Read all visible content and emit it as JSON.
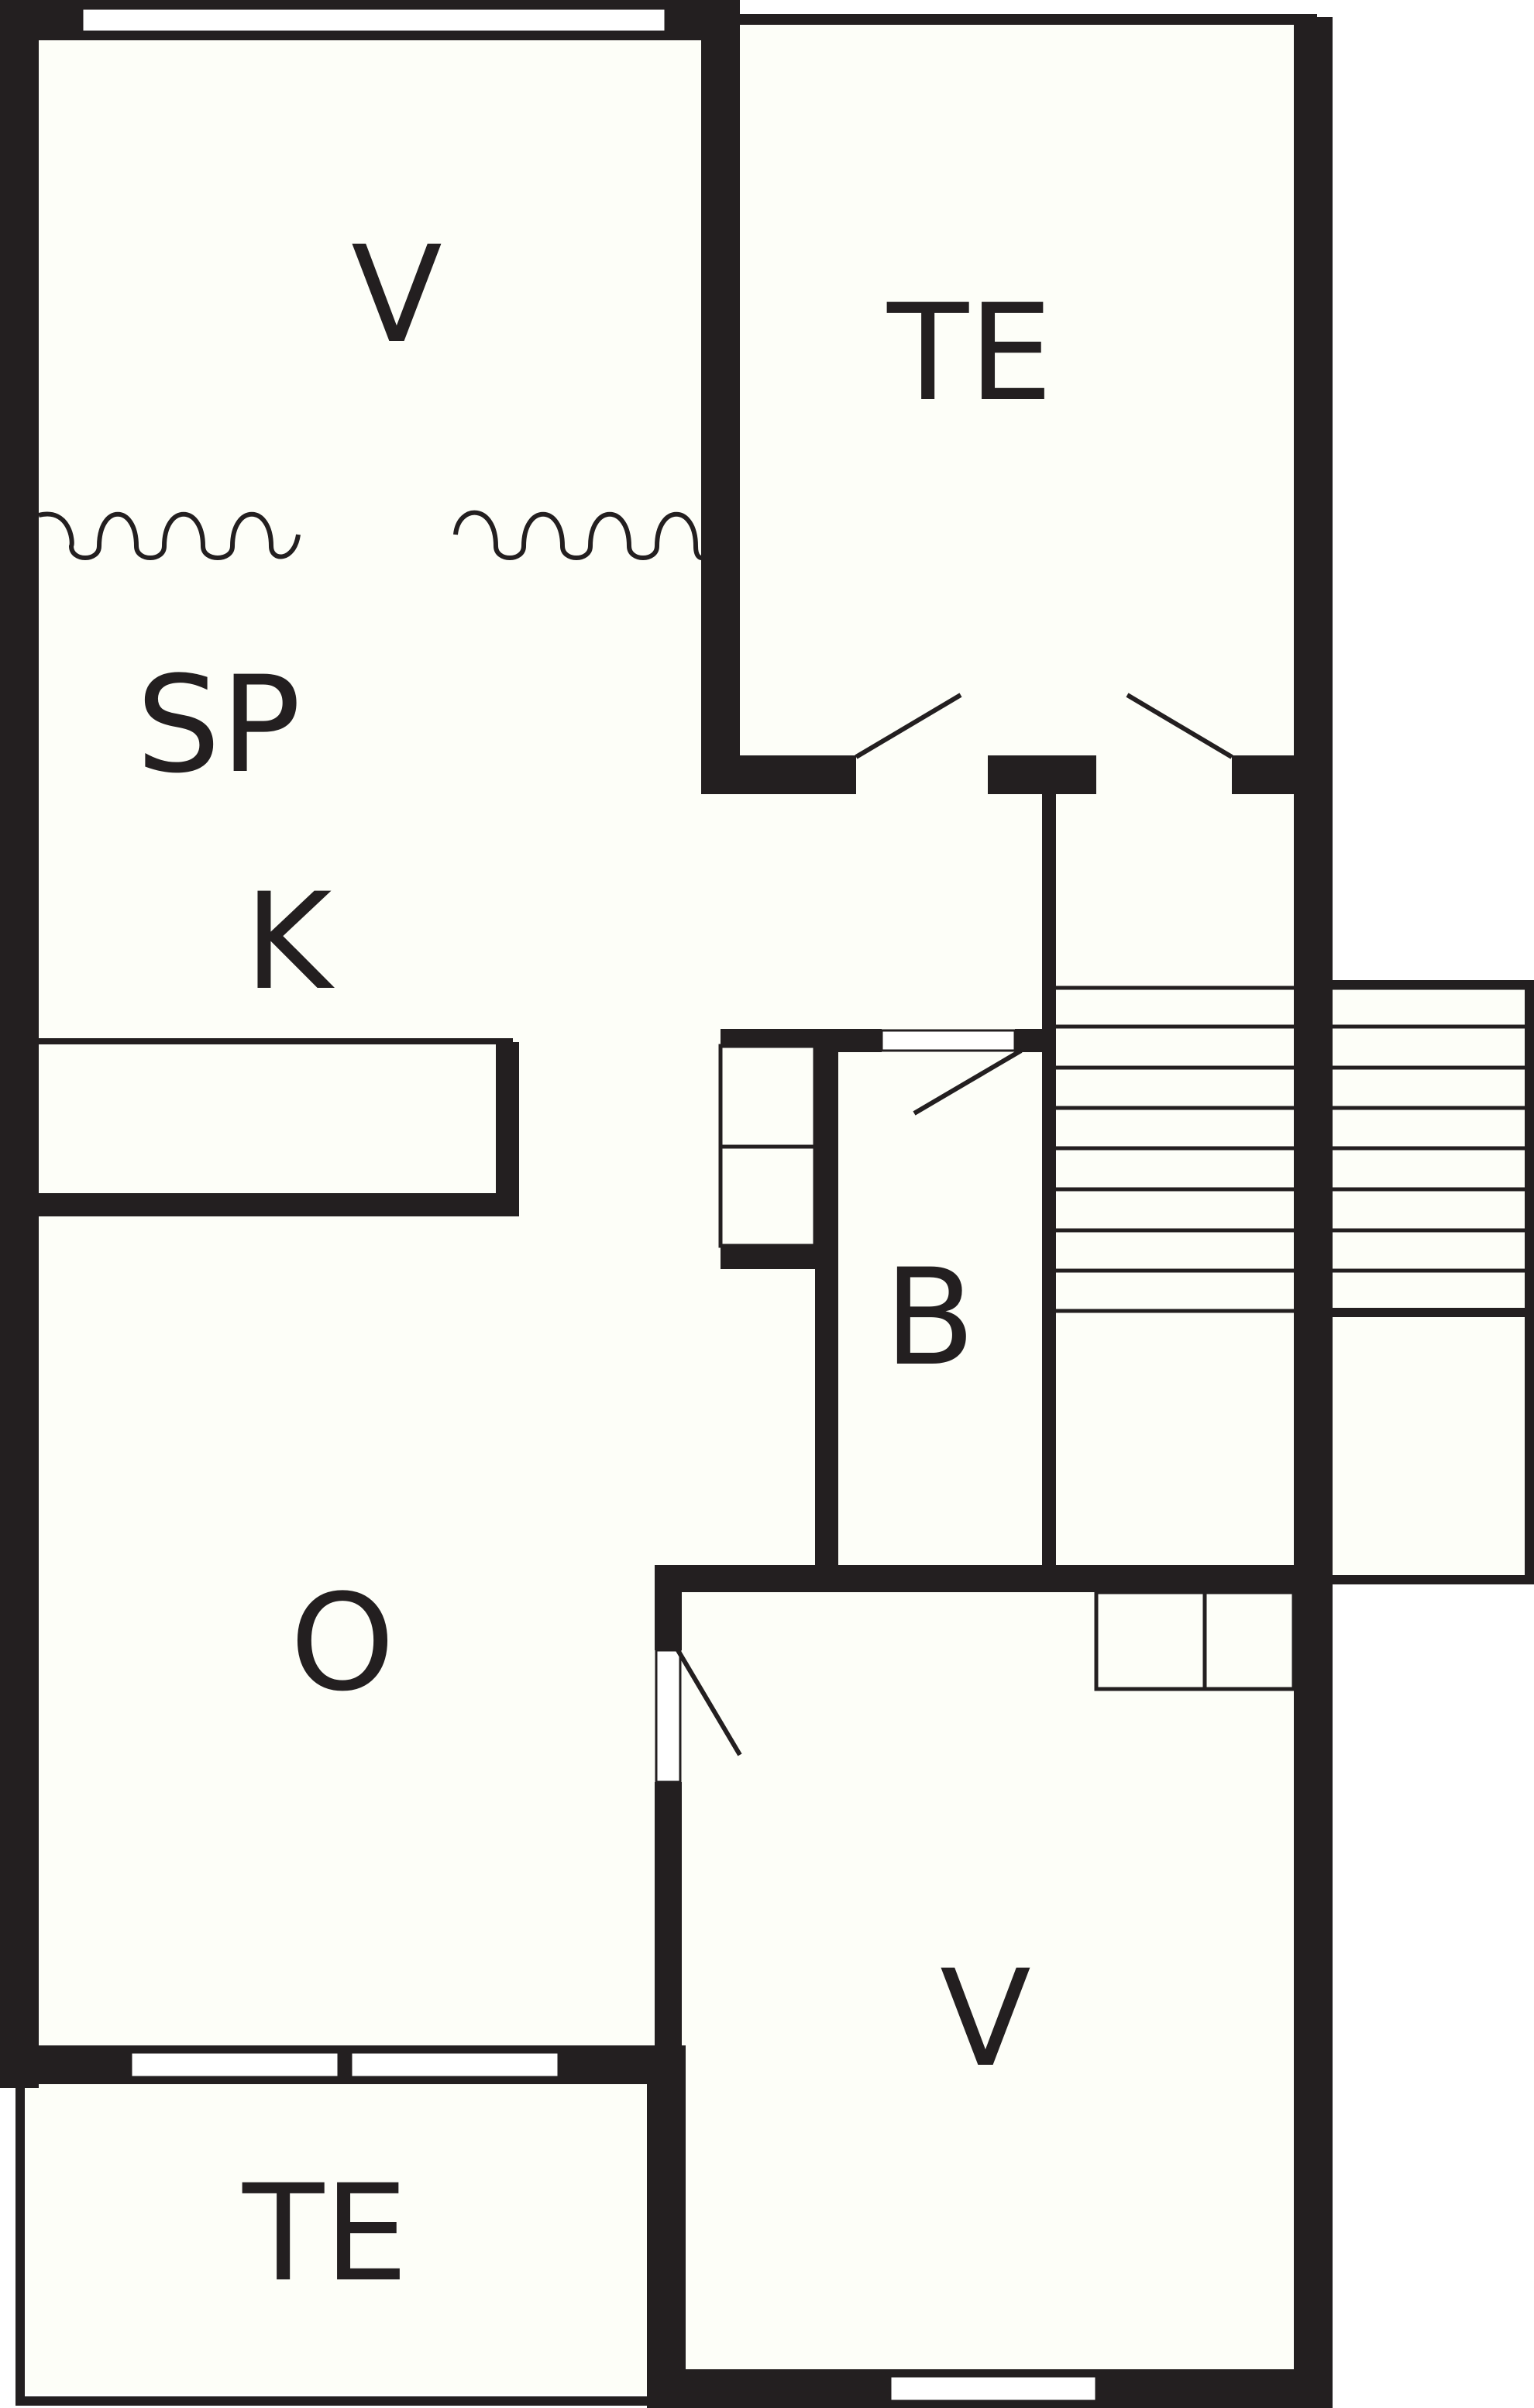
{
  "colors": {
    "wall": "#231f20",
    "floor": "#fdfef8",
    "window_fill": "#ffffff",
    "background": "#ffffff"
  },
  "rooms": {
    "upper_left_bedroom": "V",
    "upper_right_terrace": "TE",
    "wardrobe": "SP",
    "kitchen": "K",
    "bathroom": "B",
    "living_room": "O",
    "lower_right_bedroom": "V",
    "lower_left_terrace": "TE"
  }
}
